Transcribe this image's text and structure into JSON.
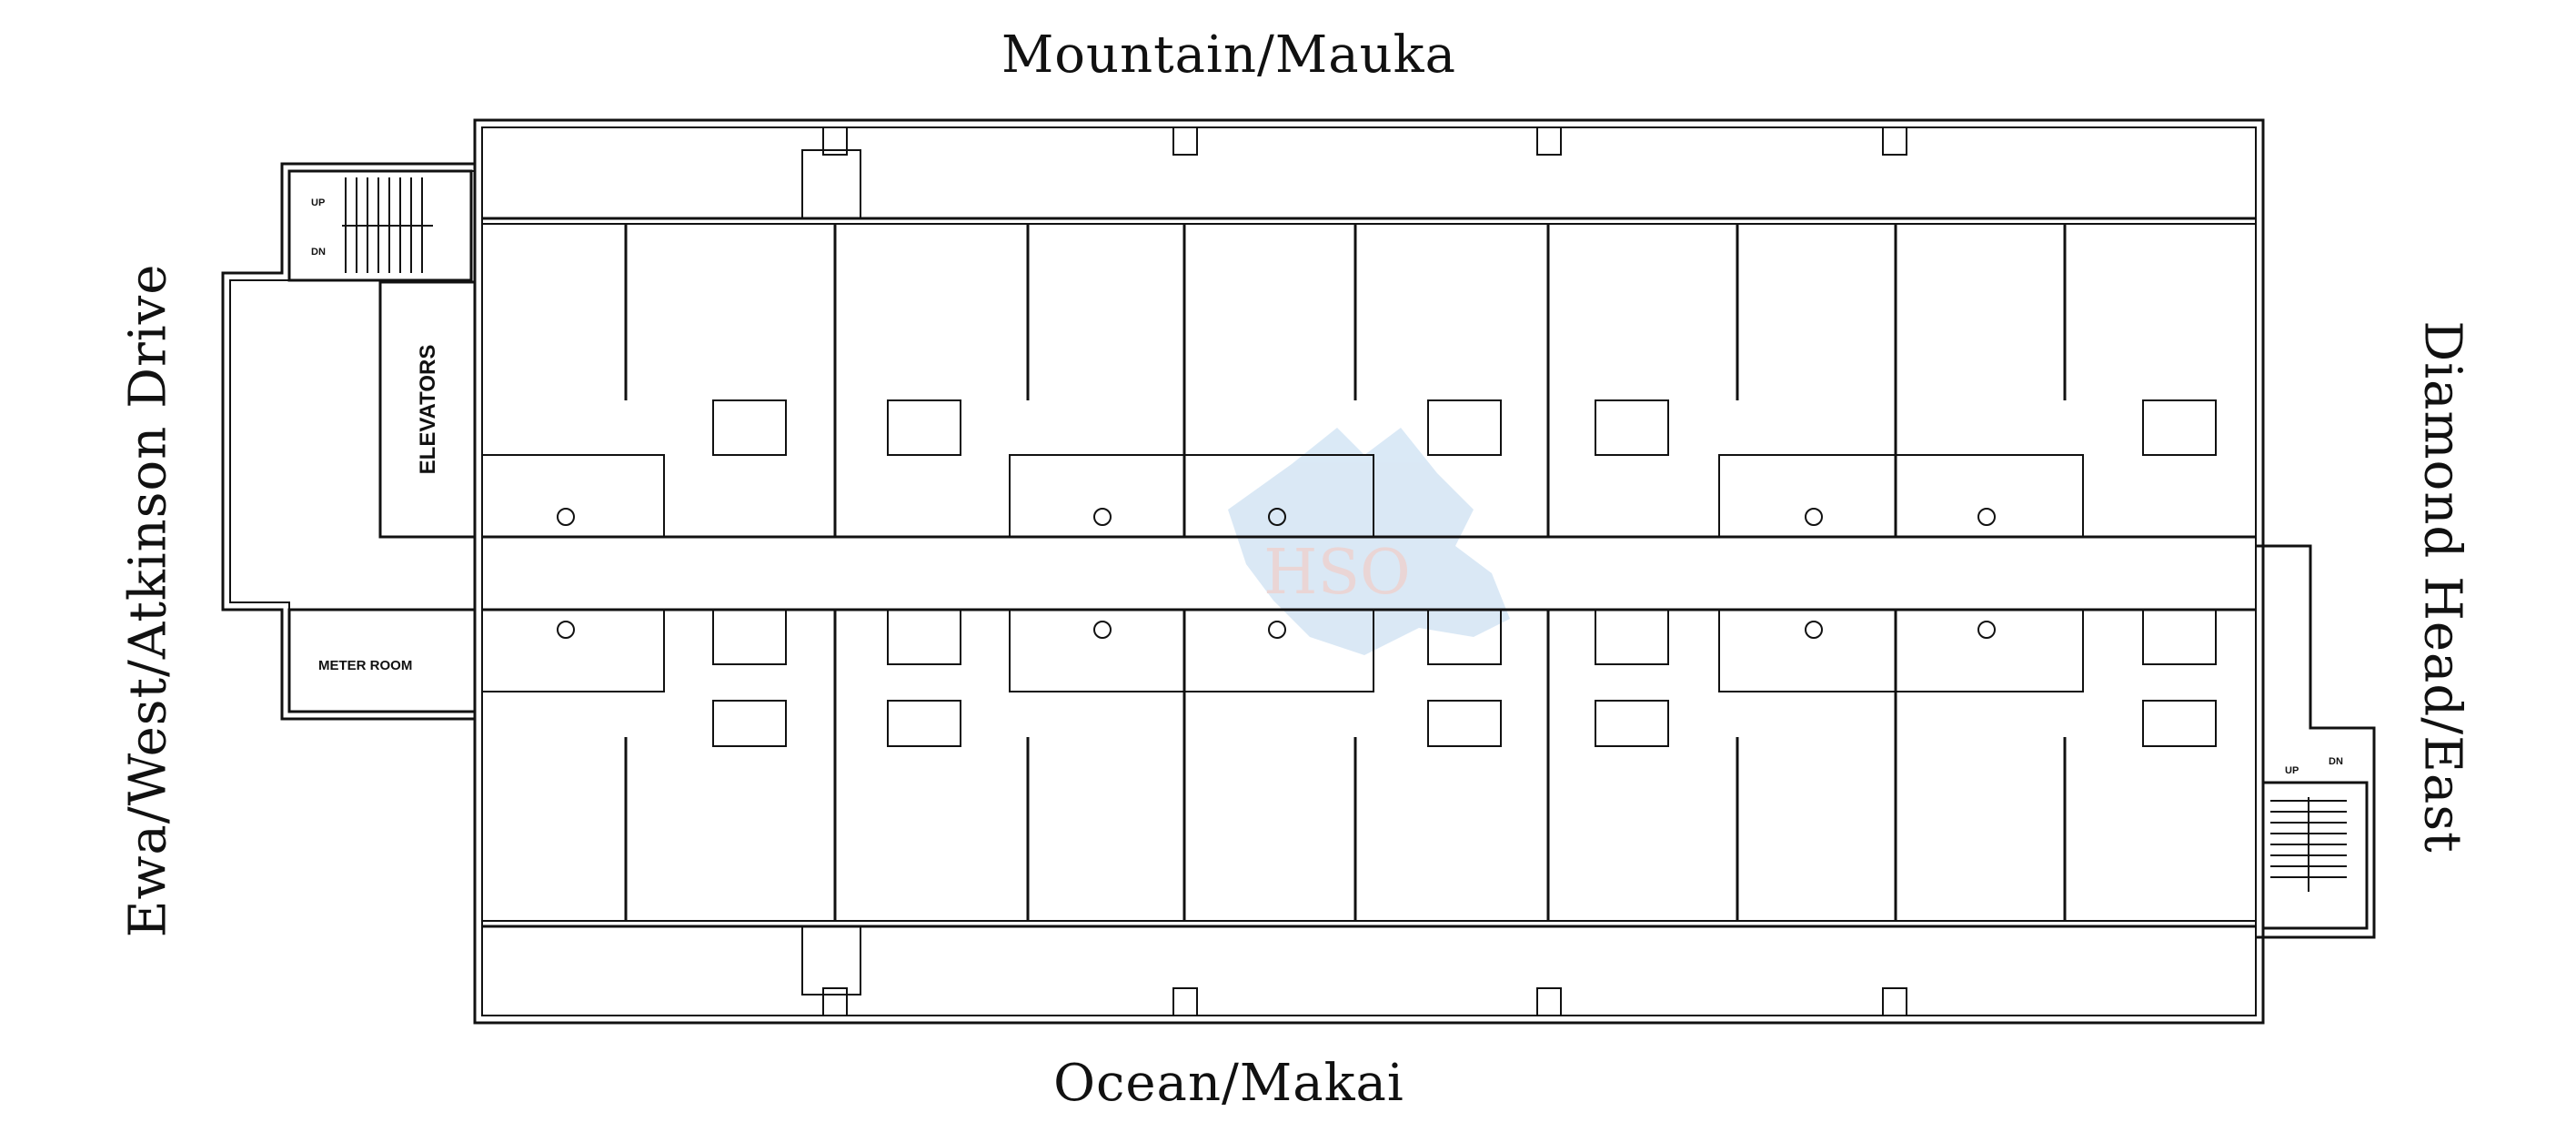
{
  "orientation": {
    "north": "Mountain/Mauka",
    "south": "Ocean/Makai",
    "west": "Ewa/West/Atkinson Drive",
    "east": "Diamond Head/East"
  },
  "rooms": {
    "elevators": "ELEVATORS",
    "meter_room": "METER ROOM"
  },
  "stairs": {
    "up": "UP",
    "down": "DN"
  },
  "watermark": {
    "text": "HSO",
    "color": "#bcd7ee"
  },
  "colors": {
    "line": "#111111",
    "background": "#ffffff"
  }
}
